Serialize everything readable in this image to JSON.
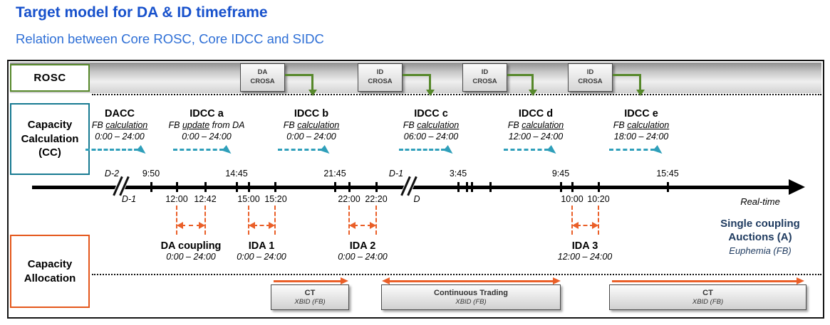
{
  "colors": {
    "title_blue": "#1751cc",
    "subtitle_blue": "#2e6fd6",
    "rosc_green": "#56882a",
    "cc_teal_border": "#177a91",
    "cc_teal_arrow": "#2f9fba",
    "allocation_orange": "#e4571b",
    "orange_arrow": "#ea5f28",
    "navy_text": "#1e3a5f"
  },
  "header": {
    "title": "Target model for DA & ID timeframe",
    "subtitle": "Relation between Core ROSC, Core IDCC and SIDC"
  },
  "rosc": {
    "label": "ROSC",
    "crosa": [
      {
        "top": "DA",
        "bottom": "CROSA"
      },
      {
        "top": "ID",
        "bottom": "CROSA"
      },
      {
        "top": "ID",
        "bottom": "CROSA"
      },
      {
        "top": "ID",
        "bottom": "CROSA"
      }
    ]
  },
  "cc": {
    "label1": "Capacity",
    "label2": "Calculation",
    "label3": "(CC)",
    "entries": [
      {
        "name": "DACC",
        "fb_pre": "FB ",
        "fb_u": "calculation",
        "fb_post": "",
        "time": "0:00 – 24:00"
      },
      {
        "name": "IDCC a",
        "fb_pre": "FB ",
        "fb_u": "update",
        "fb_post": " from DA",
        "time": "0:00 – 24:00"
      },
      {
        "name": "IDCC b",
        "fb_pre": "FB ",
        "fb_u": "calculation",
        "fb_post": "",
        "time": "0:00 – 24:00"
      },
      {
        "name": "IDCC c",
        "fb_pre": "FB ",
        "fb_u": "calculation",
        "fb_post": "",
        "time": "06:00 – 24:00"
      },
      {
        "name": "IDCC d",
        "fb_pre": "FB ",
        "fb_u": "calculation",
        "fb_post": "",
        "time": "12:00 – 24:00"
      },
      {
        "name": "IDCC e",
        "fb_pre": "FB ",
        "fb_u": "calculation",
        "fb_post": "",
        "time": "18:00 – 24:00"
      }
    ]
  },
  "timeline": {
    "above": [
      "D-2",
      "9:50",
      "14:45",
      "21:45",
      "D-1",
      "3:45",
      "9:45",
      "15:45"
    ],
    "below": [
      "D-1",
      "12:00",
      "12:42",
      "15:00",
      "15:20",
      "22:00",
      "22:20",
      "D",
      "10:00",
      "10:20"
    ],
    "realtime": "Real-time"
  },
  "allocation": {
    "label1": "Capacity",
    "label2": "Allocation",
    "entries": [
      {
        "name": "DA coupling",
        "time": "0:00 – 24:00"
      },
      {
        "name": "IDA 1",
        "time": "0:00 – 24:00"
      },
      {
        "name": "IDA 2",
        "time": "0:00 – 24:00"
      },
      {
        "name": "IDA 3",
        "time": "12:00 – 24:00"
      }
    ],
    "single": {
      "line1": "Single coupling",
      "line2": "Auctions (A)",
      "line3": "Euphemia (FB)"
    }
  },
  "bottom": {
    "boxes": [
      {
        "title": "CT",
        "subtitle": "XBID (FB)"
      },
      {
        "title": "Continuous Trading",
        "subtitle": "XBID (FB)"
      },
      {
        "title": "CT",
        "subtitle": "XBID (FB)"
      }
    ]
  }
}
